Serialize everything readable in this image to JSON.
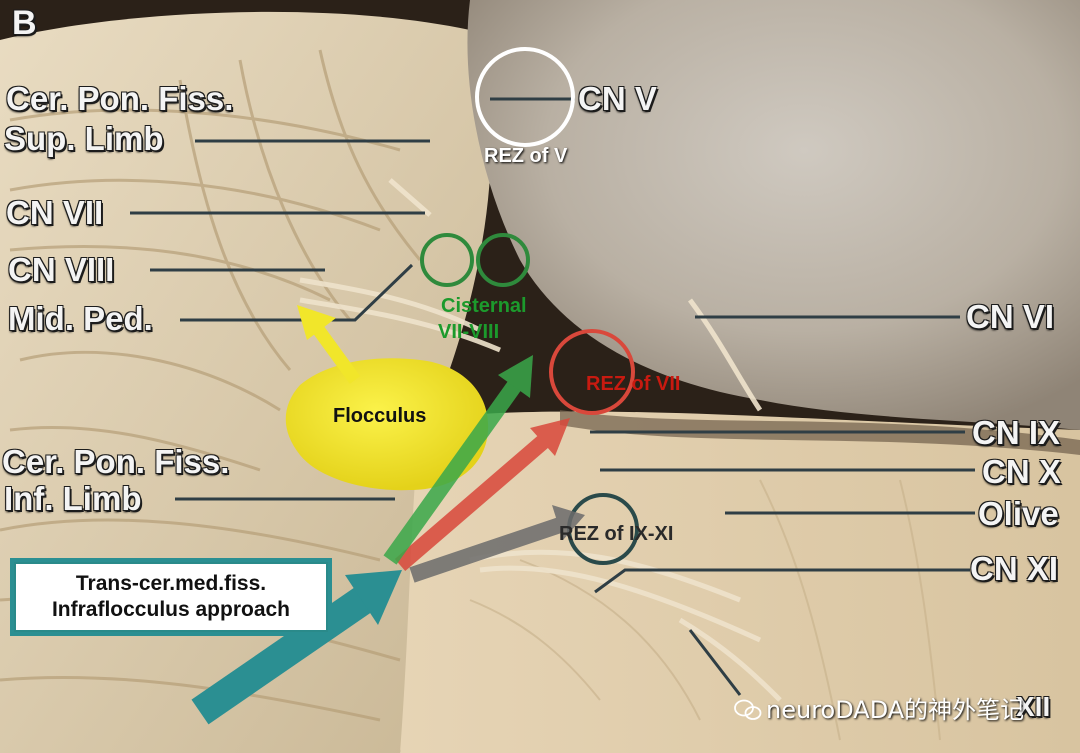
{
  "panel_letter": "B",
  "labels": {
    "cer_pon_fiss_top": "Cer. Pon. Fiss.",
    "sup_limb": "Sup. Limb",
    "cn_vii": "CN VII",
    "cn_viii": "CN VIII",
    "mid_ped": "Mid. Ped.",
    "cer_pon_fiss_bottom": "Cer. Pon. Fiss.",
    "inf_limb": "Inf. Limb",
    "cn_v": "CN V",
    "cn_vi": "CN VI",
    "cn_ix": "CN IX",
    "cn_x": "CN X",
    "olive": "Olive",
    "cn_xi": "CN XI",
    "cn_xii": "XII"
  },
  "annotations": {
    "rez_v": "REZ of V",
    "cisternal_line1": "Cisternal",
    "cisternal_line2": "VII-VIII",
    "rez_vii": "REZ of VII",
    "rez_ix_xi": "REZ of IX-XI",
    "flocculus": "Flocculus"
  },
  "approach_box": {
    "line1": "Trans-cer.med.fiss.",
    "line2": "Infraflocculus approach"
  },
  "watermark": "neuroDADA的神外笔记",
  "colors": {
    "green": "#3aa84a",
    "red": "#d9483b",
    "gray": "#6c6c6c",
    "teal": "#2b8f92",
    "yellow": "#f1e62a",
    "rez_v_text": "#ffffff",
    "rez_vii_text": "#c81a10",
    "cisternal_text": "#1c9a2c",
    "rez_ix_text": "#2a2a2a"
  }
}
